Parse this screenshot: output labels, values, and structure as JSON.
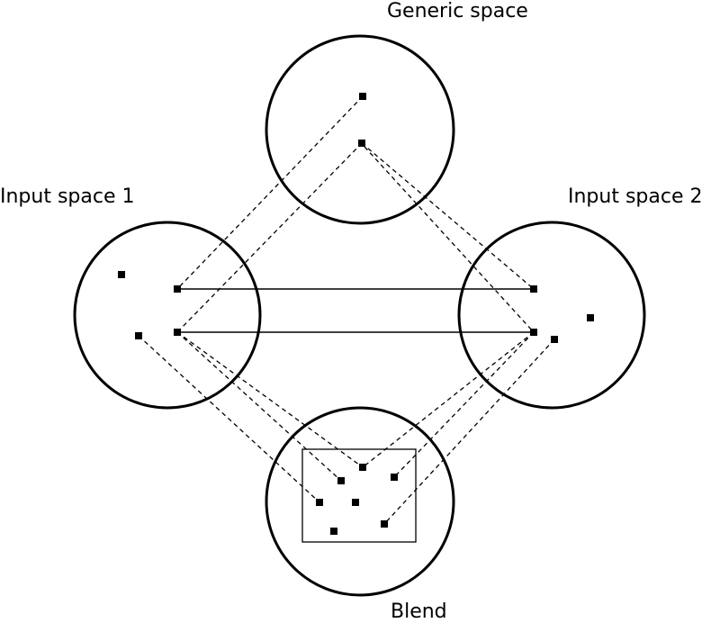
{
  "labels": {
    "generic": "Generic space",
    "input1": "Input space 1",
    "input2": "Input space 2",
    "blend": "Blend"
  },
  "colors": {
    "stroke": "#000000",
    "background": "#ffffff"
  }
}
